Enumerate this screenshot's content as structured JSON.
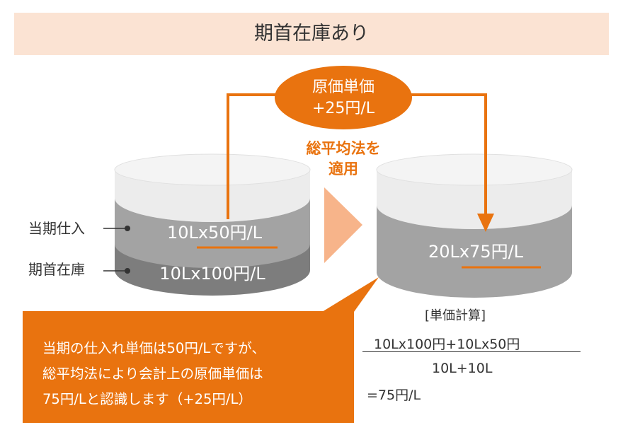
{
  "title": "期首在庫あり",
  "left_tank": {
    "top_layer": "10Lx50円/L",
    "bottom_layer": "10Lx100円/L"
  },
  "labels": {
    "current_purchase": "当期仕入",
    "opening_stock": "期首在庫"
  },
  "bubble": {
    "line1": "原価単価",
    "line2": "+25円/L"
  },
  "method": {
    "line1": "総平均法を",
    "line2": "適用"
  },
  "right_tank": {
    "text": "20Lx75円/L"
  },
  "note": {
    "line1": "当期の仕入れ単価は50円/Lですが、",
    "line2": "総平均法により会計上の原価単価は",
    "line3": "75円/Lと認識します（+25円/L）"
  },
  "calc": {
    "title": "[単価計算]",
    "numerator": "10Lx100円+10Lx50円",
    "denominator": "10L+10L",
    "result": "=75円/L"
  },
  "colors": {
    "orange": "#e9730f",
    "title_bg": "#fbe3d3",
    "arrow": "#f7b48a",
    "tank_top_layer": "#a3a3a3",
    "tank_bottom_layer": "#7d7d7d",
    "tank_empty": "#e9e9e9"
  }
}
